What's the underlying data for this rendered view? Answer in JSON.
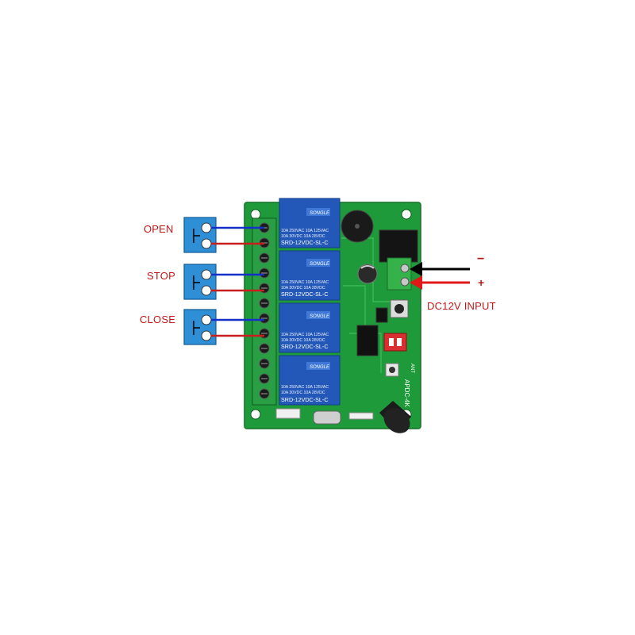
{
  "labels": {
    "open": "OPEN",
    "stop": "STOP",
    "close": "CLOSE",
    "minus": "−",
    "plus": "+",
    "power_input": "DC12V INPUT"
  },
  "relays": [
    {
      "brand": "SONGLE",
      "rating1": "10A 250VAC  10A 125VAC",
      "rating2": "10A  30VDC  10A  28VDC",
      "model": "SRD-12VDC-SL-C"
    },
    {
      "brand": "SONGLE",
      "rating1": "10A 250VAC  10A 125VAC",
      "rating2": "10A  30VDC  10A  28VDC",
      "model": "SRD-12VDC-SL-C"
    },
    {
      "brand": "SONGLE",
      "rating1": "10A 250VAC  10A 125VAC",
      "rating2": "10A  30VDC  10A  28VDC",
      "model": "SRD-12VDC-SL-C"
    },
    {
      "brand": "SONGLE",
      "rating1": "10A 250VAC  10A 125VAC",
      "rating2": "10A  30VDC  10A  28VDC",
      "model": "SRD-12VDC-SL-C"
    }
  ],
  "board": {
    "model_label": "APDC-4K",
    "antenna_label": "ANT"
  },
  "colors": {
    "pcb": "#1f9a3a",
    "relay": "#2358b8",
    "terminal_block": "#2e8fd6",
    "wire_blue": "#1530c8",
    "wire_red": "#c81e1e",
    "label_red": "#c01818",
    "arrow_black": "#000000",
    "arrow_red": "#e01818"
  }
}
